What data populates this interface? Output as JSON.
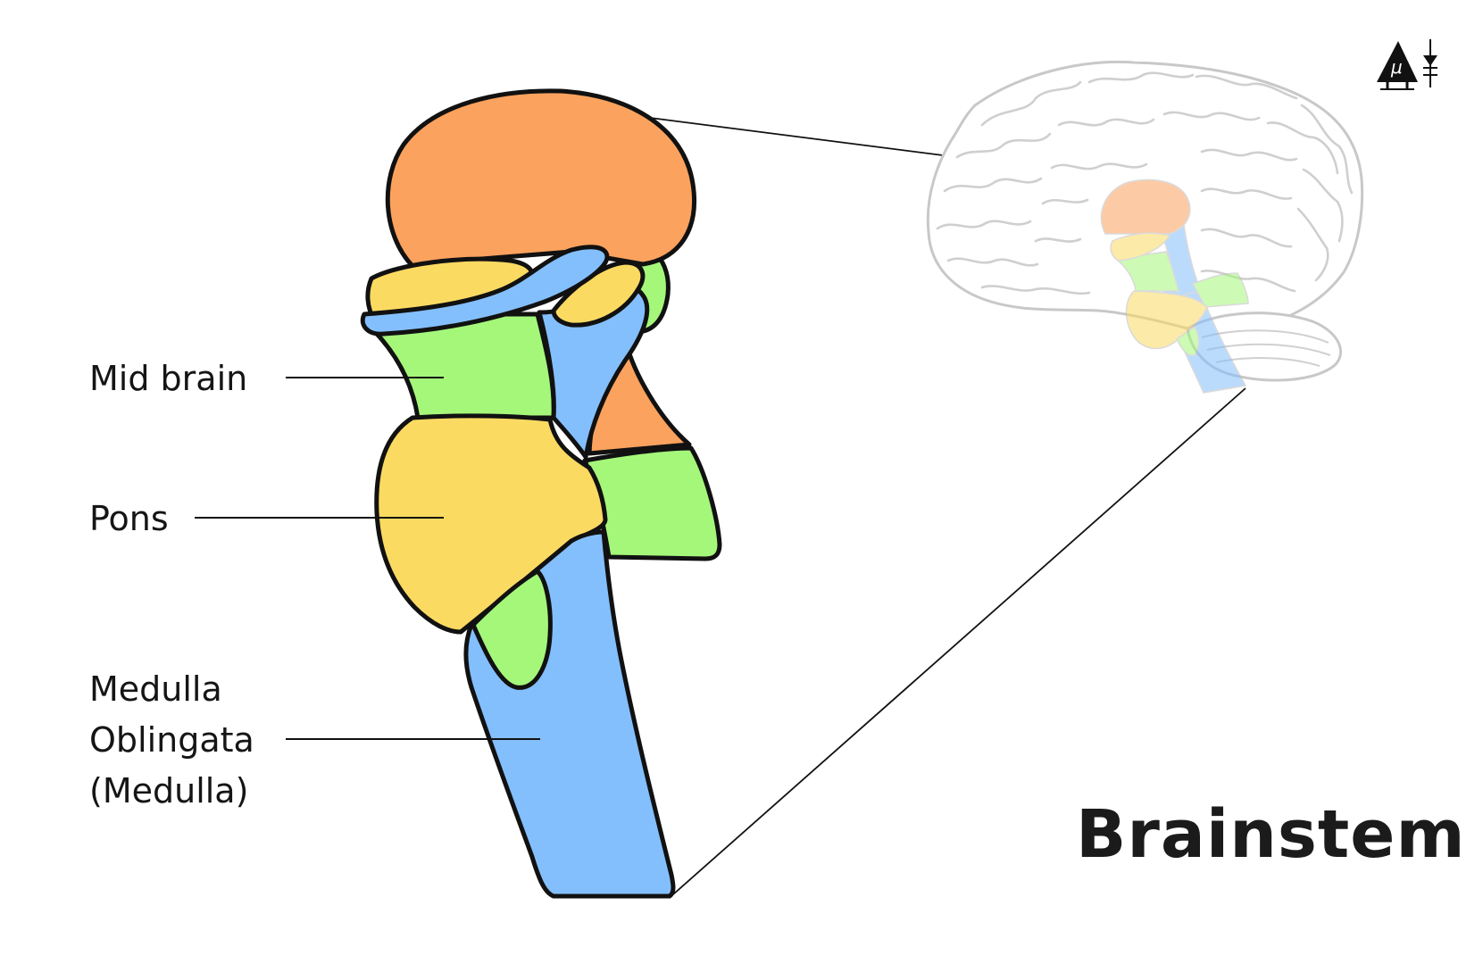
{
  "title": "Brainstem",
  "labels": {
    "midbrain": "Mid brain",
    "pons": "Pons",
    "medulla_line1": "Medulla",
    "medulla_line2": "Oblingata",
    "medulla_line3": "(Medulla)"
  },
  "logo": {
    "glyph": "μ"
  },
  "colors": {
    "outline": "#111111",
    "midbrain_top": "#FBA25E",
    "midbrain_green": "#A5F77A",
    "pons_yellow": "#FBDA62",
    "medulla_blue": "#84BFFD",
    "brain_outline": "#c8c8c8",
    "title_text": "#1b1b1b"
  }
}
